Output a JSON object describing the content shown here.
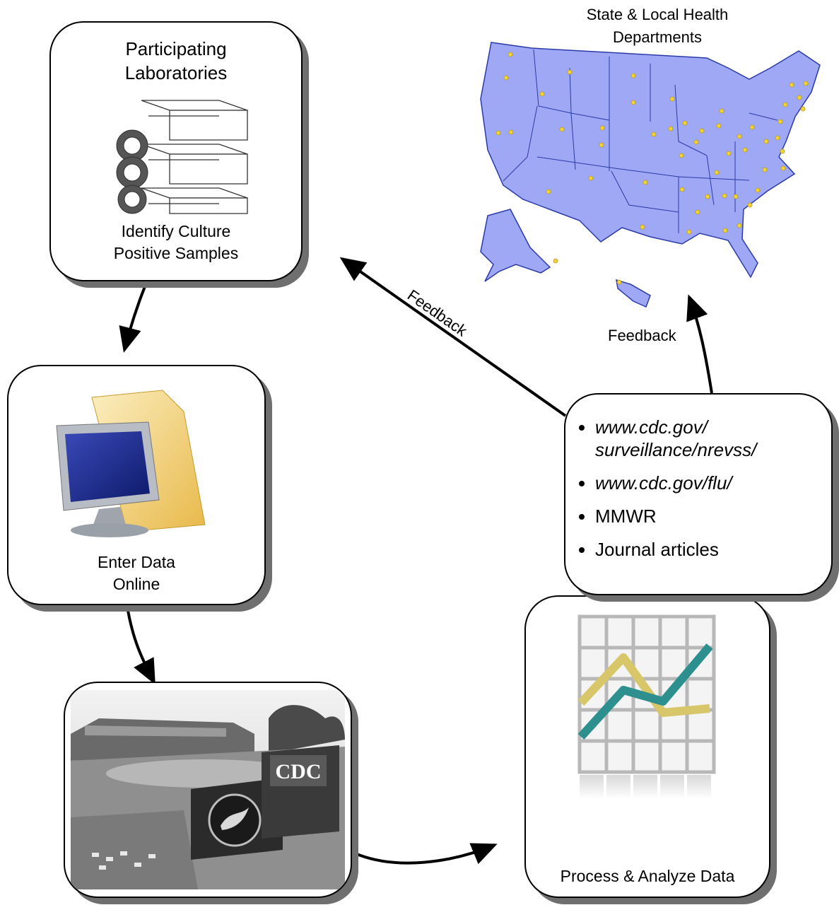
{
  "labs_box": {
    "title_line1": "Participating",
    "title_line2": "Laboratories",
    "caption_line1": "Identify Culture",
    "caption_line2": "Positive Samples"
  },
  "entry_box": {
    "caption_line1": "Enter Data",
    "caption_line2": "Online"
  },
  "cdc_box": {
    "sign_text": "CDC"
  },
  "analyze_box": {
    "caption": "Process & Analyze Data"
  },
  "outputs_box": {
    "items": [
      "www.cdc.gov/ surveillance/nrevss/",
      "www.cdc.gov/flu/",
      "MMWR",
      "Journal articles"
    ]
  },
  "map_area": {
    "title_line1": "State & Local Health",
    "title_line2": "Departments"
  },
  "arrows": {
    "feedback_left": "Feedback",
    "feedback_right": "Feedback"
  },
  "colors": {
    "map_fill": "#9fa8f4",
    "map_stroke": "#2a3aa8",
    "marker": "#f2d33a",
    "chart_gold": "#d8c66a",
    "chart_teal": "#2e8f8f"
  }
}
